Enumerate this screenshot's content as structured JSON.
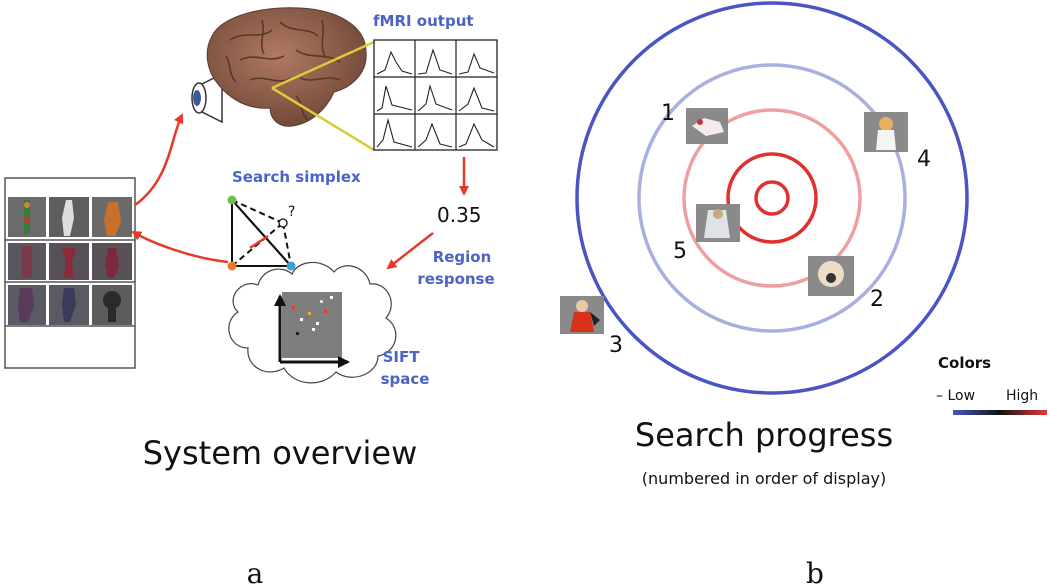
{
  "panel_a": {
    "labels": {
      "fmri_output": "fMRI output",
      "search_simplex": "Search simplex",
      "question_mark": "?",
      "response_value": "0.35",
      "region_response_1": "Region",
      "region_response_2": "response",
      "sift_space_1": "SIFT",
      "sift_space_2": "space"
    },
    "caption": "System overview",
    "letter": "a"
  },
  "panel_b": {
    "order_labels": [
      "1",
      "2",
      "3",
      "4",
      "5"
    ],
    "legend": {
      "title": "Colors",
      "low": "– Low",
      "high": "High",
      "low_color": "#4a55c4",
      "high_color": "#e53a3a"
    },
    "caption": "Search progress",
    "subcaption": "(numbered in order of display)",
    "letter": "b"
  },
  "colors": {
    "arrow_red": "#e53a2a",
    "label_blue": "#4a63c4",
    "ring_outer": "#4a55c4",
    "ring_mid": "#a8b0e0",
    "ring_inner_pink": "#eea0a0",
    "ring_inner_red": "#e03030",
    "brain": "#8a5a48",
    "highlight_yellow": "#d8cc3a"
  },
  "icons": [
    "brain-icon",
    "eye-icon",
    "object-thumbnail-icon",
    "cloud-icon"
  ]
}
